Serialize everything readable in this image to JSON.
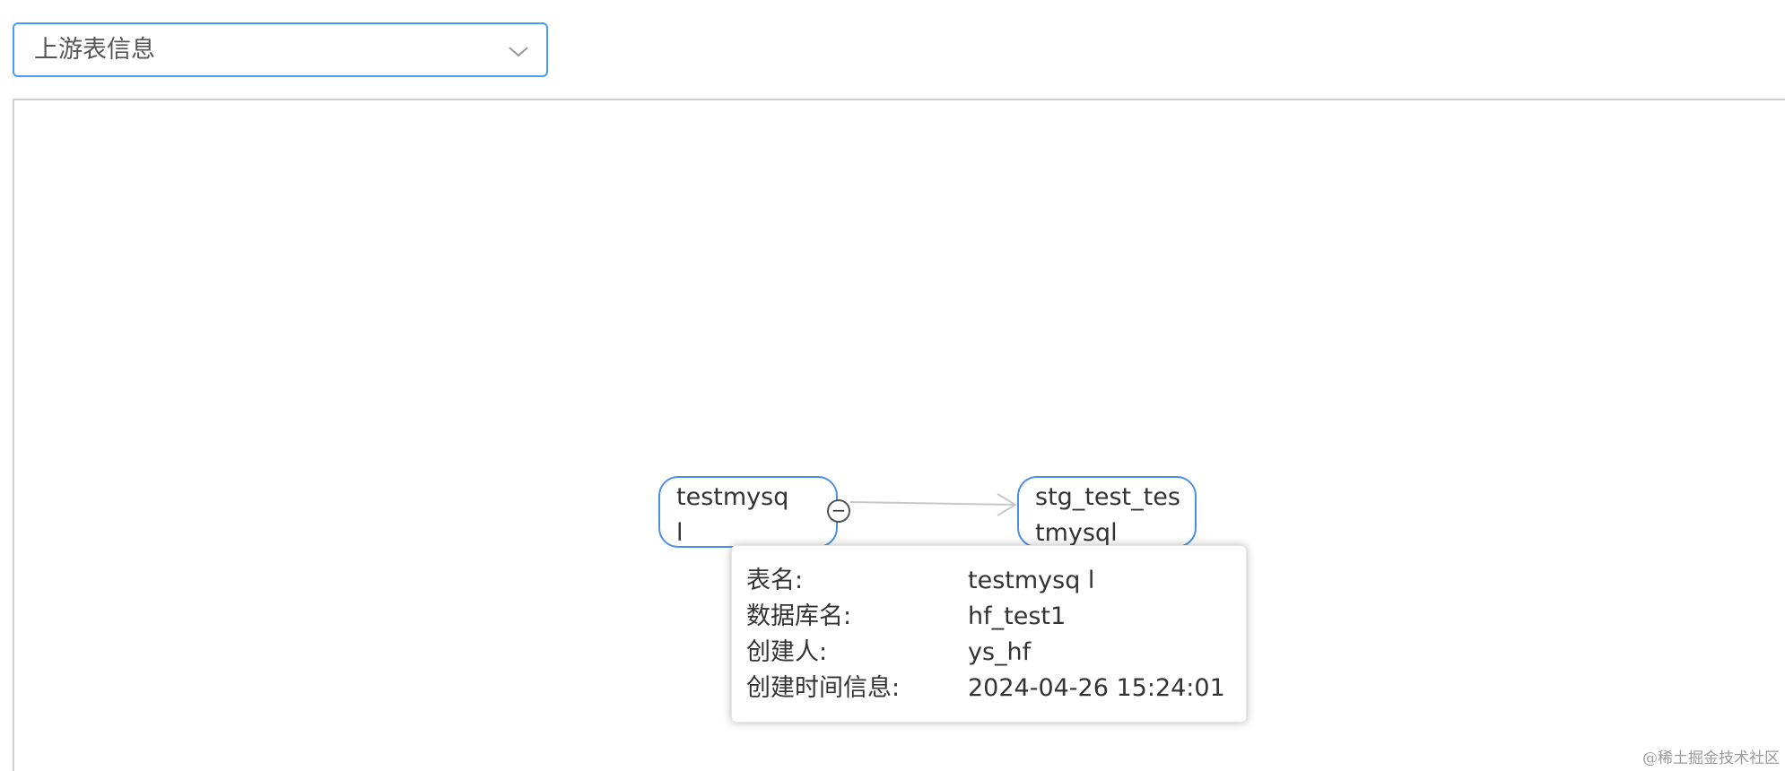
{
  "select": {
    "value": "上游表信息",
    "icon": "chevron-down-icon"
  },
  "graph": {
    "source_node": {
      "line1": "testmysq",
      "line2": "l",
      "collapse_icon": "minus-circle-icon",
      "collapse_symbol": "−"
    },
    "target_node": {
      "line1": "stg_test_tes",
      "line2": "tmysql"
    },
    "border_color": "#4a90e2"
  },
  "tooltip": {
    "rows": [
      {
        "label": "表名:",
        "value": "testmysq l"
      },
      {
        "label": "数据库名:",
        "value": "hf_test1"
      },
      {
        "label": "创建人:",
        "value": "ys_hf"
      },
      {
        "label": "创建时间信息:",
        "value": "2024-04-26 15:24:01"
      }
    ]
  },
  "watermark": "@稀土掘金技术社区",
  "colors": {
    "accent": "#409eff",
    "edge": "#c8c8c8"
  }
}
